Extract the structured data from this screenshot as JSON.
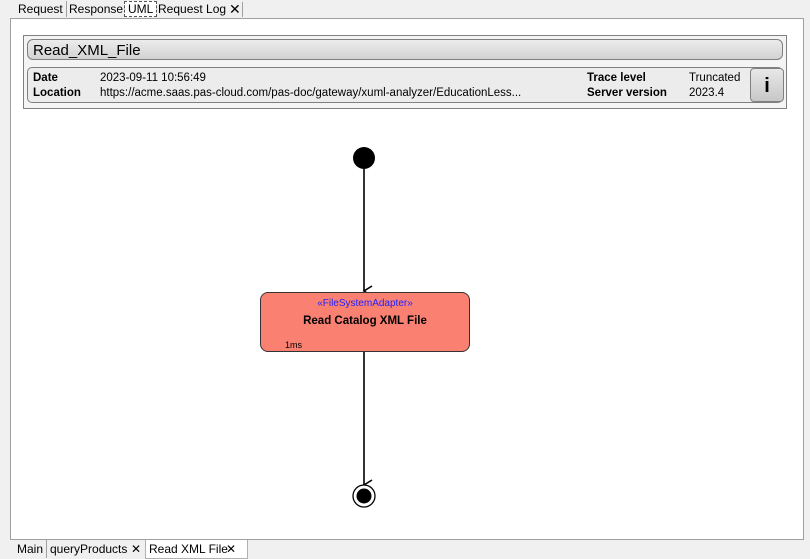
{
  "top_tabs": {
    "request": "Request",
    "response": "Response",
    "uml": "UML",
    "request_log": "Request Log",
    "close_glyph": "✕"
  },
  "header": {
    "title": "Read_XML_File",
    "date_label": "Date",
    "date_value": "2023-09-11 10:56:49",
    "location_label": "Location",
    "location_value": "https://acme.saas.pas-cloud.com/pas-doc/gateway/xuml-analyzer/EducationLess...",
    "trace_label": "Trace level",
    "trace_value": "Truncated",
    "server_label": "Server version",
    "server_value": "2023.4",
    "info_glyph": "i"
  },
  "diagram": {
    "node": {
      "stereotype": "«FileSystemAdapter»",
      "title": "Read Catalog XML File",
      "duration": "1ms",
      "fill_color": "#fa8072"
    }
  },
  "bottom_tabs": {
    "main": "Main",
    "query_products": "queryProducts",
    "read_xml_file": "Read XML File",
    "close_glyph": "✕"
  }
}
